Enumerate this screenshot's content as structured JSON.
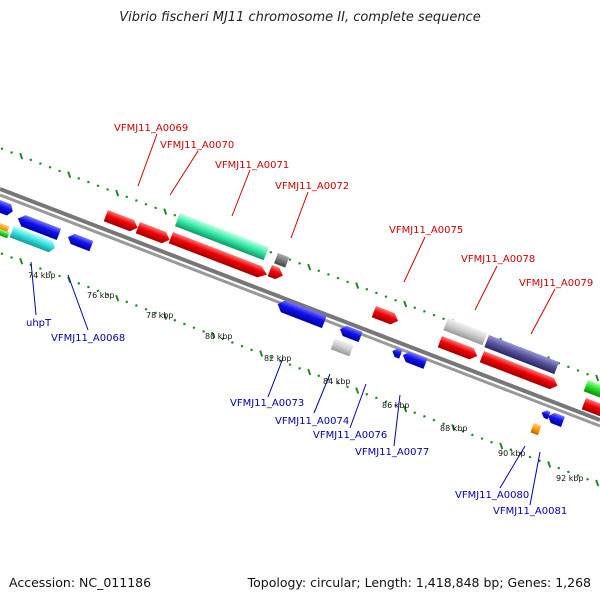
{
  "title": "Vibrio fischeri MJ11 chromosome II, complete sequence",
  "footer": {
    "accession": "Accession: NC_011186",
    "summary": "Topology: circular; Length: 1,418,848 bp; Genes: 1,268"
  },
  "colors": {
    "forward_label": "#cc0000",
    "reverse_label": "#0000aa",
    "gc_tick": "#228822"
  },
  "kbp_ticks": [
    "74 kbp",
    "76 kbp",
    "78 kbp",
    "80 kbp",
    "82 kbp",
    "84 kbp",
    "86 kbp",
    "88 kbp",
    "90 kbp",
    "92 kbp"
  ],
  "forward_genes": [
    "VFMJ11_A0069",
    "VFMJ11_A0070",
    "VFMJ11_A0071",
    "VFMJ11_A0072",
    "VFMJ11_A0075",
    "VFMJ11_A0078",
    "VFMJ11_A0079"
  ],
  "reverse_genes": [
    "uhpT",
    "VFMJ11_A0068",
    "VFMJ11_A0073",
    "VFMJ11_A0074",
    "VFMJ11_A0076",
    "VFMJ11_A0077",
    "VFMJ11_A0080",
    "VFMJ11_A0081"
  ]
}
